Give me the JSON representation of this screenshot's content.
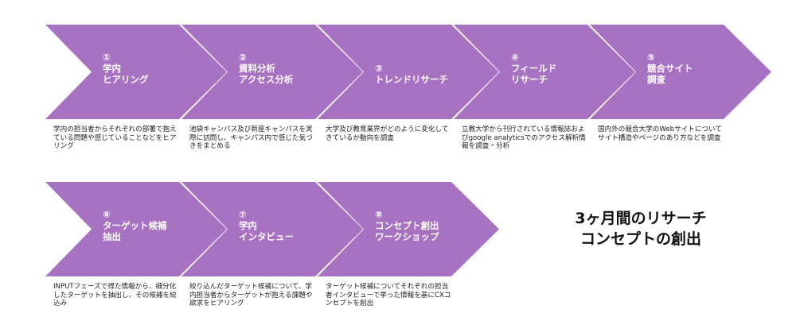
{
  "steps": [
    {
      "num": "①",
      "label": "学内\nヒアリング",
      "desc": "学内の担当者からそれぞれの部署で抱えている問題や感じていることなどをヒアリング"
    },
    {
      "num": "②",
      "label": "資料分析\nアクセス分析",
      "desc": "池袋キャンパス及び新座キャンパスを実際に訪問し、キャンパス内で感じた気づきをまとめる"
    },
    {
      "num": "③",
      "label": "トレンドリサーチ",
      "desc": "大学及び教育業界がどのように変化してきているか動向を調査"
    },
    {
      "num": "④",
      "label": "フィールド\nリサーチ",
      "desc": "立教大学から刊行されている情報誌およびgoogle analyticsでのアクセス解析情報を調査・分析"
    },
    {
      "num": "⑤",
      "label": "競合サイト\n調査",
      "desc": "国内外の競合大学のWebサイトについてサイト構造やページのあり方などを調査"
    },
    {
      "num": "⑥",
      "label": "ターゲット候補\n抽出",
      "desc": "INPUTフェーズで得た情報から、細分化したターゲットを抽出し、その候補を絞込み"
    },
    {
      "num": "⑦",
      "label": "学内\nインタビュー",
      "desc": "絞り込んだターゲット候補について、学内担当者からターゲットが抱える課題や欲求をヒアリング"
    },
    {
      "num": "⑧",
      "label": "コンセプト創出\nワークショップ",
      "desc": "ターゲット候補についてそれぞれの担当者インタビューで挙った情報を基にCXコンセプトを創出"
    }
  ],
  "title": {
    "line1": "3ヶ月間のリサーチ",
    "line2": "コンセプトの創出"
  },
  "colors": {
    "chevron": "#a872c3"
  }
}
